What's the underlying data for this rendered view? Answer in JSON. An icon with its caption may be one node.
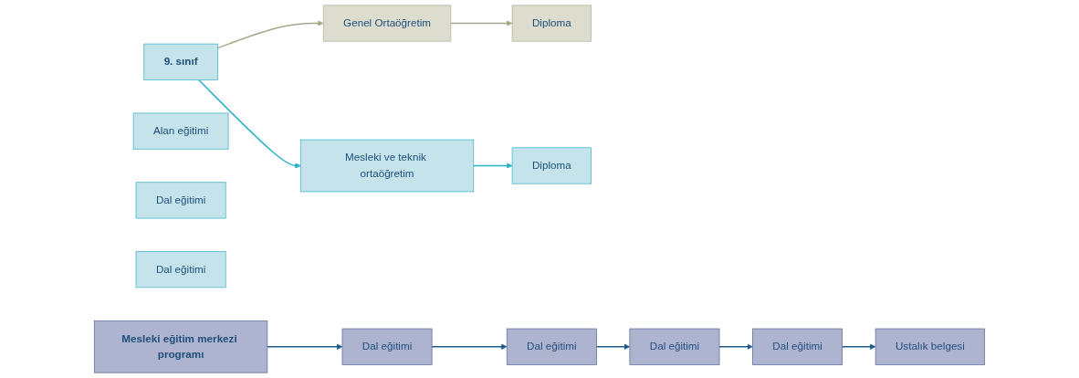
{
  "diagram": {
    "nodes": [
      {
        "text": [
          "9. sınıf"
        ]
      },
      {
        "text": [
          "Genel Ortaöğretim"
        ]
      },
      {
        "text": [
          "Diploma"
        ]
      },
      {
        "text": [
          "Mesleki ve teknik ortaöğretim"
        ]
      },
      {
        "text": [
          "Diploma"
        ]
      },
      {
        "text": [
          "Alan eğitimi"
        ]
      },
      {
        "text": [
          "Dal eğitimi"
        ]
      },
      {
        "text": [
          "Dal eğitimi"
        ]
      },
      {
        "text": [
          "Mesleki eğitim merkezi programı"
        ]
      },
      {
        "text": [
          "Dal eğitimi"
        ]
      },
      {
        "text": [
          "Dal eğitimi"
        ]
      },
      {
        "text": [
          "Dal eğitimi"
        ]
      },
      {
        "text": [
          "Dal eğitimi"
        ]
      },
      {
        "text": [
          "Ustalık belgesi"
        ]
      }
    ],
    "edges": [
      {
        "from": 0,
        "to": 1,
        "arrow": "to",
        "color": "#a3a88c"
      },
      {
        "from": 1,
        "to": 2,
        "arrow": "to",
        "color": "#a3a88c"
      },
      {
        "from": 0,
        "to": 3,
        "arrow": "to",
        "color": "#2bb0c8"
      },
      {
        "from": 3,
        "to": 4,
        "arrow": "to",
        "color": "#2bb0c8"
      },
      {
        "from": 8,
        "to": 9,
        "arrow": "to"
      },
      {
        "from": 9,
        "to": 10,
        "arrow": "to"
      },
      {
        "from": 10,
        "to": 11,
        "arrow": "to"
      },
      {
        "from": 11,
        "to": 12,
        "arrow": "to"
      },
      {
        "from": 12,
        "to": 13,
        "arrow": "to"
      }
    ]
  }
}
